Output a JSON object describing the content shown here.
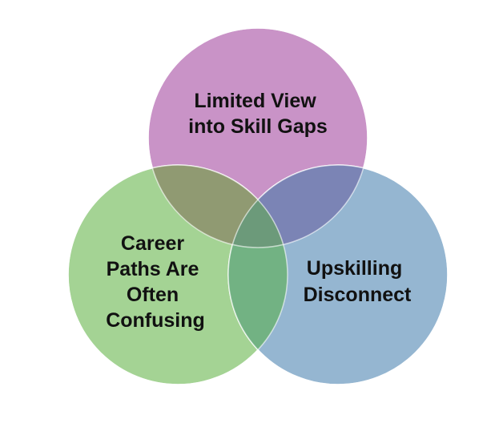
{
  "diagram": {
    "type": "venn",
    "circles": [
      {
        "id": "skill-gaps",
        "lines": [
          "Limited View",
          "into Skill Gaps"
        ],
        "color": "#c993c7"
      },
      {
        "id": "career-paths",
        "lines": [
          "Career",
          "Paths Are",
          "Often",
          "Confusing"
        ],
        "color": "#a4d394"
      },
      {
        "id": "upskilling",
        "lines": [
          "Upskilling",
          "Disconnect"
        ],
        "color": "#95b6d1"
      }
    ],
    "overlap_colors": {
      "top_left": "#909a72",
      "top_right": "#7b84b5",
      "bottom": "#72b283",
      "center": "#6c9a7a"
    }
  }
}
